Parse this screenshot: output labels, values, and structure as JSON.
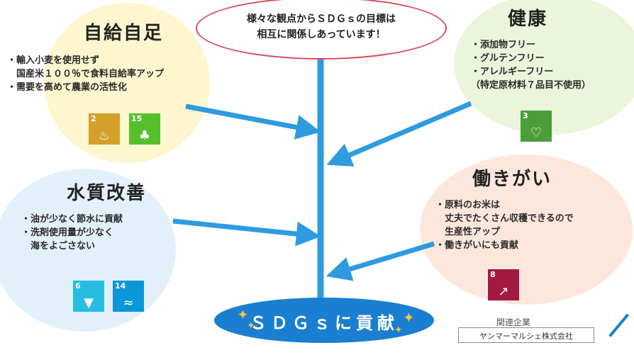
{
  "top_message": "様々な観点からＳＤＧｓの目標は\n相互に関係しあっています！",
  "sections": {
    "self": {
      "title": "自給自足",
      "text": "・輸入小麦を使用せず\n　国産米１００％で食料自給率アップ\n・需要を高めて農業の活性化"
    },
    "health": {
      "title": "健康",
      "text": "・添加物フリー\n・グルテンフリー\n・アレルギーフリー\n（特定原材料７品目不使用）"
    },
    "water": {
      "title": "水質改善",
      "text": "・油が少なく節水に貢献\n・洗剤使用量が少なく\n　海をよごさない"
    },
    "work": {
      "title": "働きがい",
      "text": "・原料のお米は\n　丈夫でたくさん収穫できるので\n　生産性アップ\n・働きがいにも貢献"
    }
  },
  "sdg_icons": [
    {
      "number": "2",
      "color": "#d3a029",
      "symbol": "♨",
      "name": "bowl-icon"
    },
    {
      "number": "15",
      "color": "#56c02b",
      "symbol": "♣",
      "name": "tree-icon"
    },
    {
      "number": "3",
      "color": "#4c9f38",
      "symbol": "♡",
      "name": "heartbeat-icon"
    },
    {
      "number": "6",
      "color": "#26bde2",
      "symbol": "▼",
      "name": "water-drop-icon"
    },
    {
      "number": "14",
      "color": "#0a97d9",
      "symbol": "≈",
      "name": "fish-icon"
    },
    {
      "number": "8",
      "color": "#a21942",
      "symbol": "↗",
      "name": "growth-chart-icon"
    }
  ],
  "center_banner": "ＳＤＧｓに貢献",
  "company": {
    "label": "関連企業",
    "name": "ヤンマーマルシェ株式会社"
  },
  "colors": {
    "arrow": "#2e9be0",
    "ellipse_border": "#d94b5a",
    "banner": "#1a7fd0",
    "sparkle": "#f4c542"
  }
}
